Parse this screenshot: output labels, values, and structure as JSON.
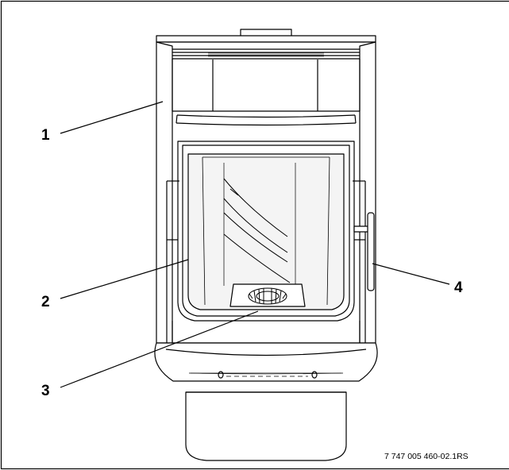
{
  "callouts": [
    {
      "id": "1",
      "label": "1"
    },
    {
      "id": "2",
      "label": "2"
    },
    {
      "id": "3",
      "label": "3"
    },
    {
      "id": "4",
      "label": "4"
    }
  ],
  "reference_code": "7 747 005 460-02.1RS",
  "colors": {
    "line": "#000000",
    "glass_tint": "#f4f4f4",
    "background": "#ffffff"
  }
}
